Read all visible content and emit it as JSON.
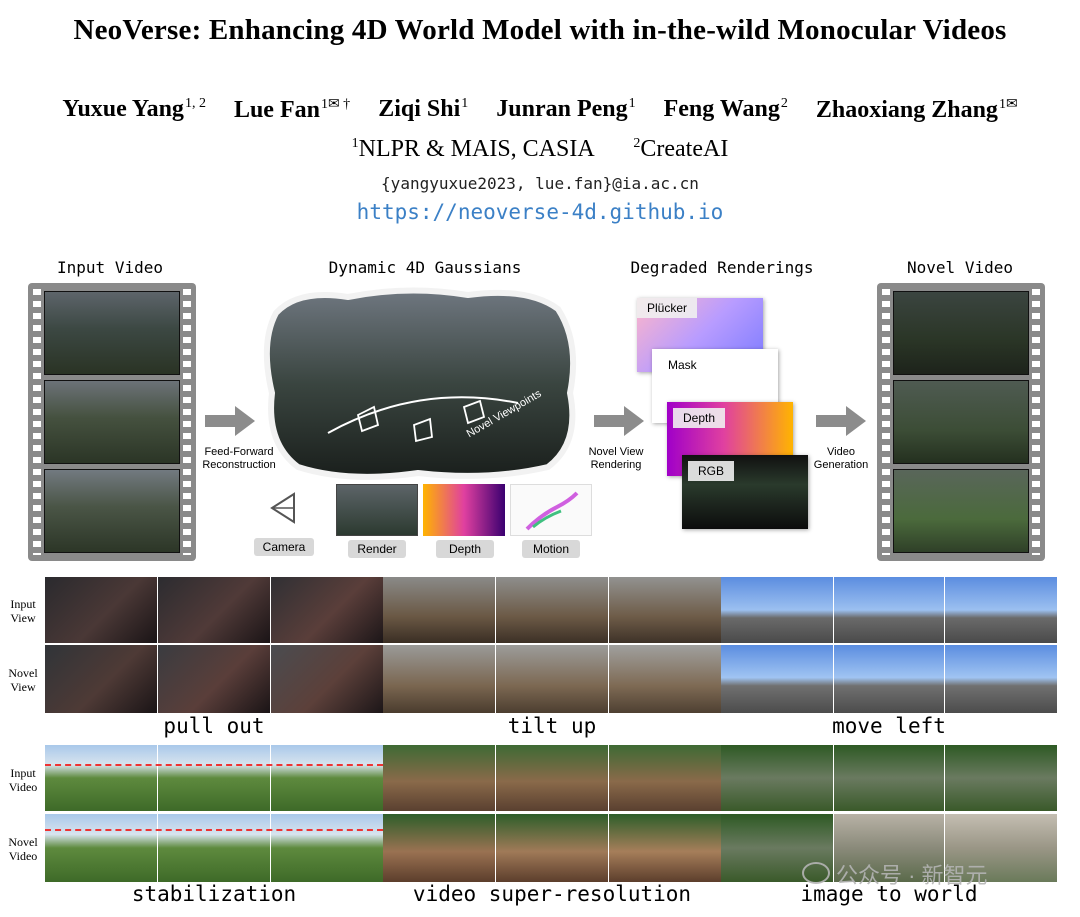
{
  "title": "NeoVerse: Enhancing 4D World Model with in-the-wild Monocular Videos",
  "authors": [
    {
      "name": "Yuxue Yang",
      "sup": "1, 2"
    },
    {
      "name": "Lue Fan",
      "sup": "1✉ †"
    },
    {
      "name": "Ziqi Shi",
      "sup": "1"
    },
    {
      "name": "Junran Peng",
      "sup": "1"
    },
    {
      "name": "Feng Wang",
      "sup": "2"
    },
    {
      "name": "Zhaoxiang Zhang",
      "sup": "1✉"
    }
  ],
  "affiliations": [
    {
      "sup": "1",
      "name": "NLPR & MAIS, CASIA"
    },
    {
      "sup": "2",
      "name": "CreateAI"
    }
  ],
  "email": "{yangyuxue2023, lue.fan}@ia.ac.cn",
  "url": "https://neoverse-4d.github.io",
  "pipeline": {
    "input_video": "Input Video",
    "gaussians": "Dynamic 4D Gaussians",
    "degraded": "Degraded Renderings",
    "novel_video": "Novel Video",
    "arrow1_line1": "Feed-Forward",
    "arrow1_line2": "Reconstruction",
    "arrow2_line1": "Novel View",
    "arrow2_line2": "Rendering",
    "arrow3_line1": "Video",
    "arrow3_line2": "Generation",
    "novel_viewpoints": "Novel Viewpoints",
    "tags": [
      "Camera",
      "Render",
      "Depth",
      "Motion"
    ],
    "cards": [
      "Plücker",
      "Mask",
      "Depth",
      "RGB"
    ]
  },
  "grid1": {
    "row_labels": [
      [
        "Input",
        "View"
      ],
      [
        "Novel",
        "View"
      ]
    ],
    "captions": [
      "pull out",
      "tilt up",
      "move left"
    ]
  },
  "grid2": {
    "row_labels": [
      [
        "Input",
        "Video"
      ],
      [
        "Novel",
        "Video"
      ]
    ],
    "captions": [
      "stabilization",
      "video super-resolution",
      "image to world"
    ]
  },
  "watermark": "公众号 · 新智元",
  "colors": {
    "url": "#3b80c6",
    "film": "#8a8a8a",
    "dash": "#e33333",
    "plucker_a": "#ffb6c8",
    "plucker_b": "#7a7aff",
    "depth_a": "#ffb400",
    "depth_b": "#a000c8"
  }
}
